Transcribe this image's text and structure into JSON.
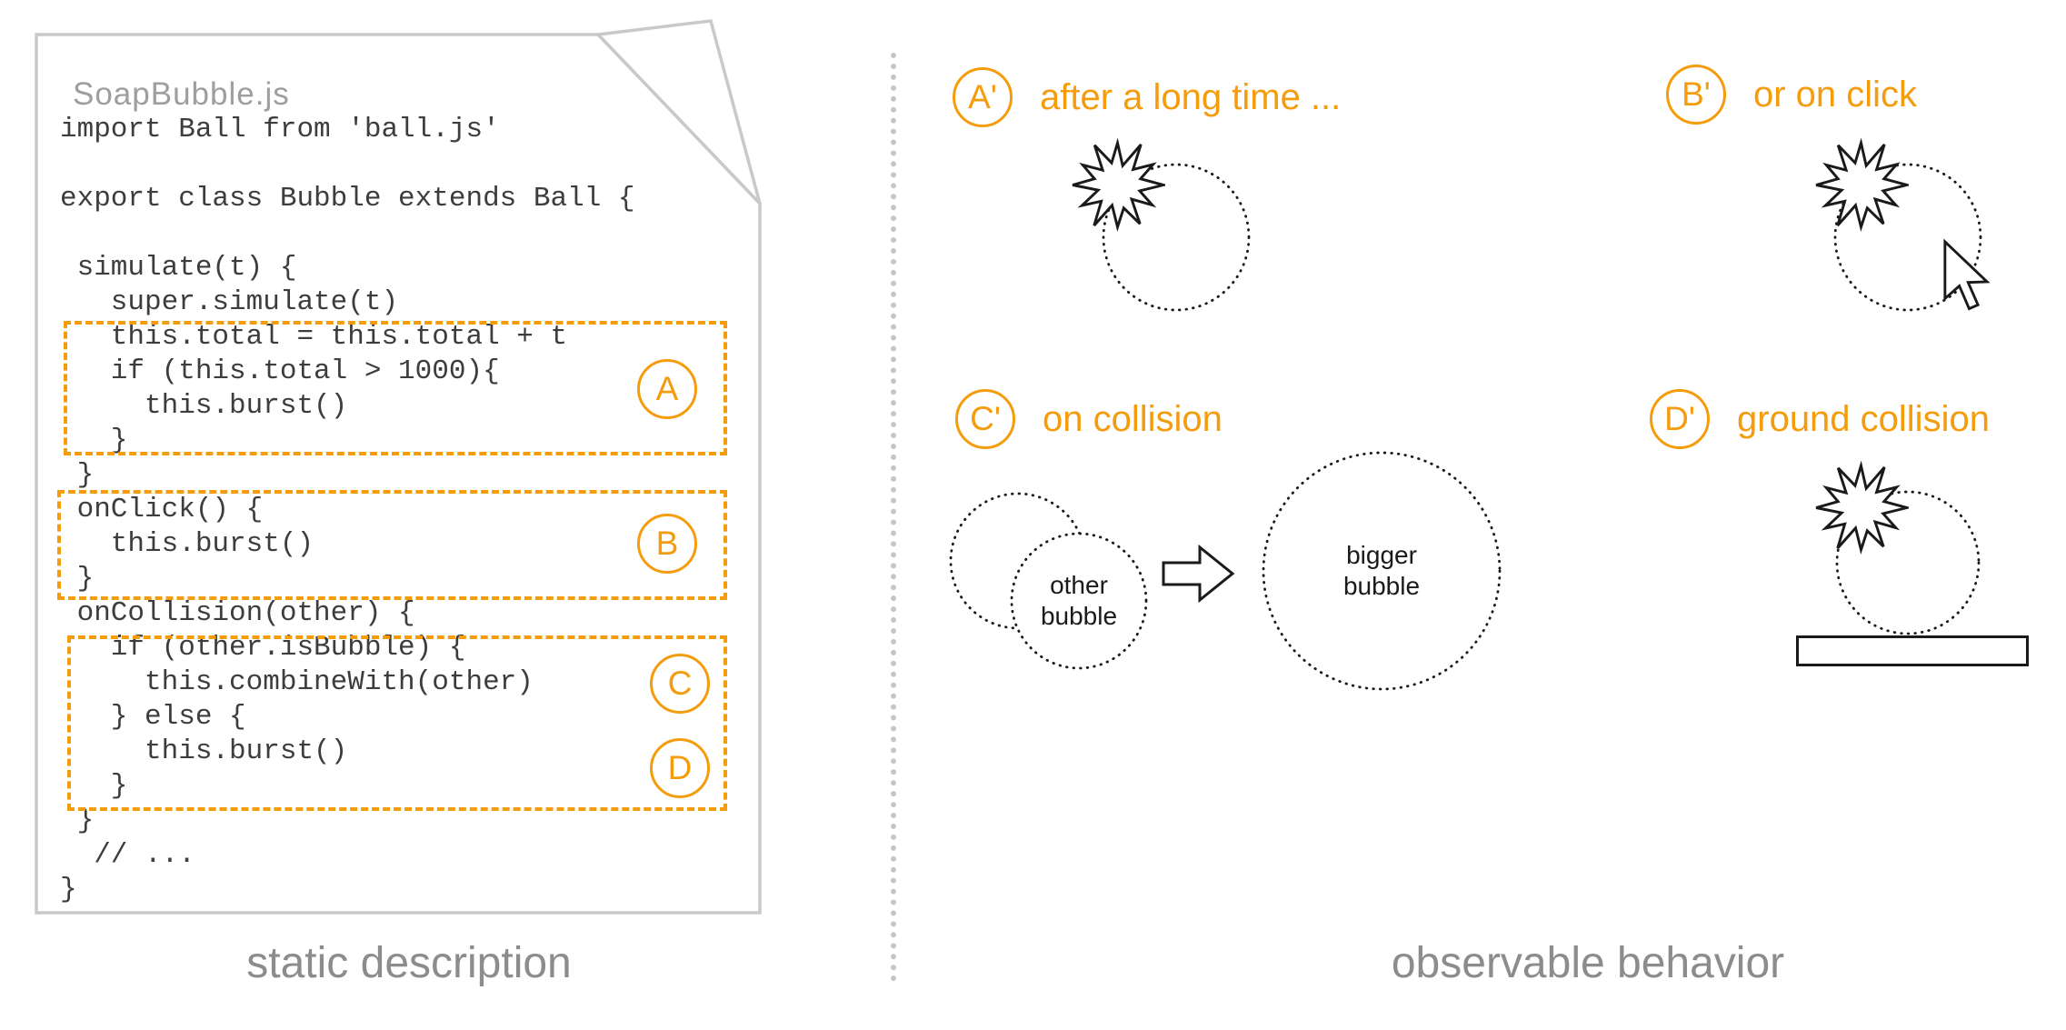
{
  "colors": {
    "accent": "#F59C0D",
    "ink": "#1a1a1a",
    "muted_caption": "#8c8c8c",
    "page_border": "#c9c9c9"
  },
  "document": {
    "title": "SoapBubble.js",
    "code_lines": [
      "import Ball from 'ball.js'",
      "",
      "export class Bubble extends Ball {",
      "",
      " simulate(t) {",
      "   super.simulate(t)",
      "   this.total = this.total + t",
      "   if (this.total > 1000){",
      "     this.burst()",
      "   }",
      " }",
      " onClick() {",
      "   this.burst()",
      " }",
      " onCollision(other) {",
      "   if (other.isBubble) {",
      "     this.combineWith(other)",
      "   } else {",
      "     this.burst()",
      "   }",
      " }",
      "  // ...",
      "}"
    ],
    "annotations": [
      {
        "label": "A"
      },
      {
        "label": "B"
      },
      {
        "label": "C"
      },
      {
        "label": "D"
      }
    ]
  },
  "behaviors": {
    "a": {
      "badge": "A'",
      "label": "after a long time ..."
    },
    "b": {
      "badge": "B'",
      "label": "or on click"
    },
    "c": {
      "badge": "C'",
      "label": "on collision",
      "small_bubble_label": "other\nbubble",
      "big_bubble_label": "bigger\nbubble"
    },
    "d": {
      "badge": "D'",
      "label": "ground collision"
    }
  },
  "captions": {
    "left": "static description",
    "right": "observable behavior"
  }
}
